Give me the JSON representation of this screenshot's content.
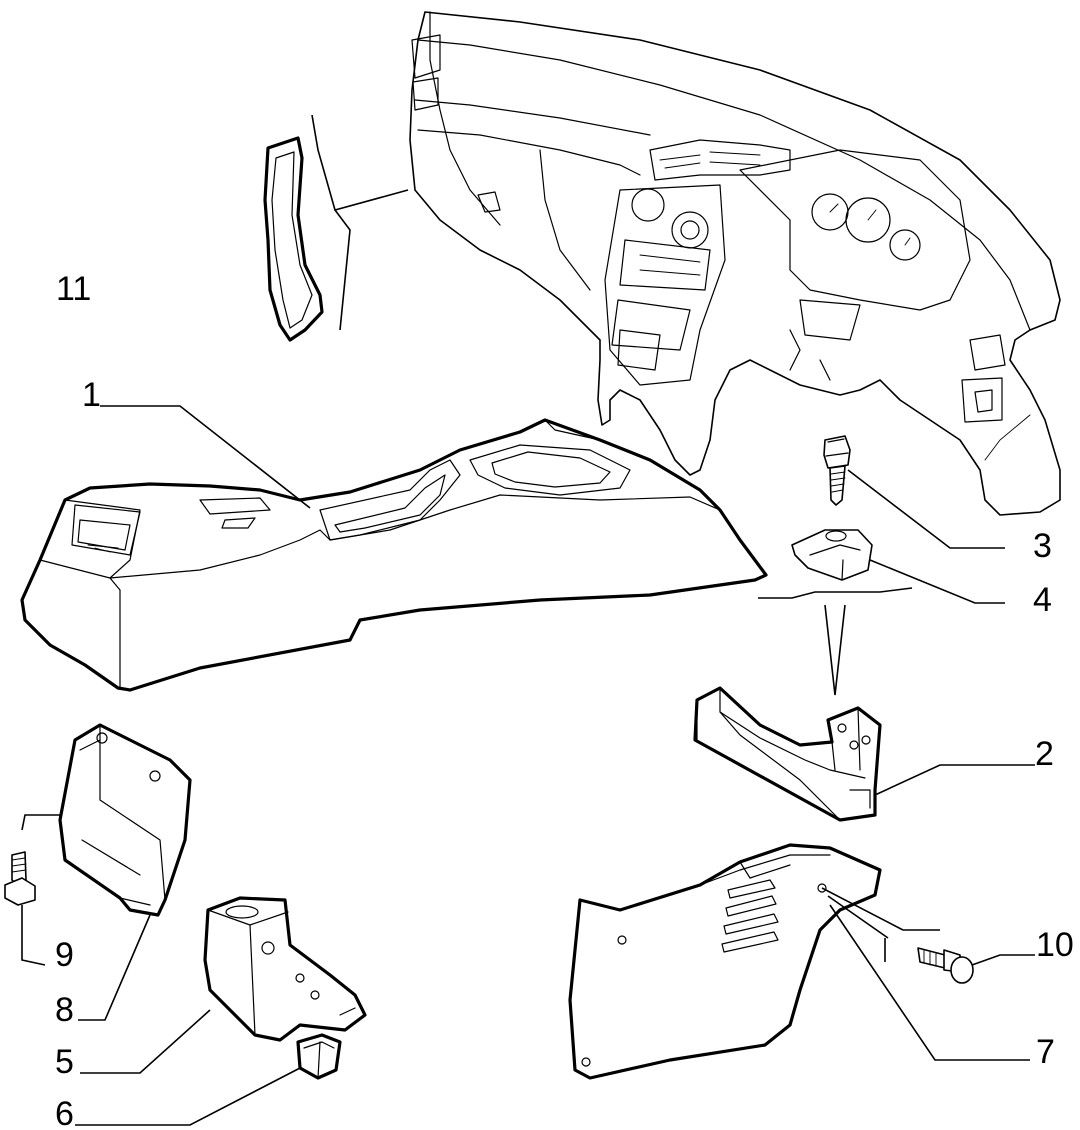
{
  "callouts": [
    {
      "id": "11",
      "label": "11"
    },
    {
      "id": "1",
      "label": "1"
    },
    {
      "id": "3",
      "label": "3"
    },
    {
      "id": "4",
      "label": "4"
    },
    {
      "id": "2",
      "label": "2"
    },
    {
      "id": "9",
      "label": "9"
    },
    {
      "id": "8",
      "label": "8"
    },
    {
      "id": "5",
      "label": "5"
    },
    {
      "id": "6",
      "label": "6"
    },
    {
      "id": "10",
      "label": "10"
    },
    {
      "id": "7",
      "label": "7"
    }
  ]
}
